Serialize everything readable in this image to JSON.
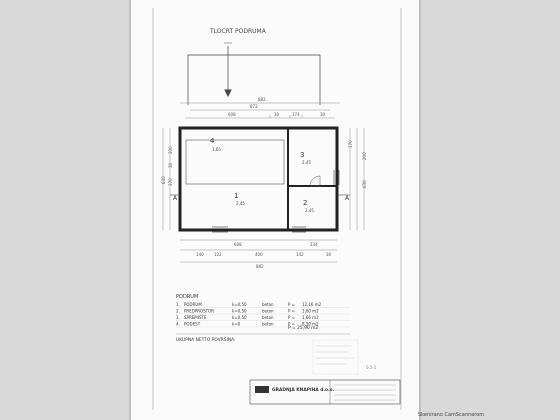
{
  "plan_title": "TLOCRT PODRUMA",
  "dims": {
    "top_total": "882",
    "top_inner": "872",
    "row3": [
      "608",
      "30",
      "174",
      "30"
    ],
    "left_total": "630",
    "left_a": "200",
    "left_b": "30",
    "left_c": "370",
    "right_a": "170",
    "right_b": "200",
    "right_c": "630",
    "bottom_row1": [
      "140",
      "122",
      "400",
      "142",
      "30"
    ],
    "bottom_row2": [
      "608",
      "234"
    ],
    "bottom_total": "882"
  },
  "rooms": {
    "r4_num": "4",
    "r4_area": "1,65",
    "r3_num": "3",
    "r3_area": "2,45",
    "r1_num": "1",
    "r1_area": "2,45",
    "r2_num": "2",
    "r2_area": "2,45"
  },
  "section_marks": {
    "left": "A",
    "right": "A"
  },
  "legend": {
    "title": "PODRUM",
    "rows": [
      {
        "n": "1.",
        "name": "PODRUM",
        "k": "k=0,50",
        "mat": "beton",
        "p": "P =",
        "area": "12,16 m2"
      },
      {
        "n": "2.",
        "name": "PREDPROSTOR",
        "k": "k=0,50",
        "mat": "beton",
        "p": "P =",
        "area": "3,60 m2"
      },
      {
        "n": "3.",
        "name": "SPREMIŠTE",
        "k": "k=0,50",
        "mat": "beton",
        "p": "P =",
        "area": "1,66 m2"
      },
      {
        "n": "4.",
        "name": "PODEST",
        "k": "k=0",
        "mat": "beton",
        "p": "P =",
        "area": "8,50 m2"
      }
    ],
    "total_label": "UKUPNA NETTO POVRŠINA:",
    "total_area": "P = 25,90 m2"
  },
  "company": "GRADNJA KNAPIHA d.o.o.",
  "sheet_no": "0.5-1",
  "scan_credit": "Skenirano CamScannerom"
}
